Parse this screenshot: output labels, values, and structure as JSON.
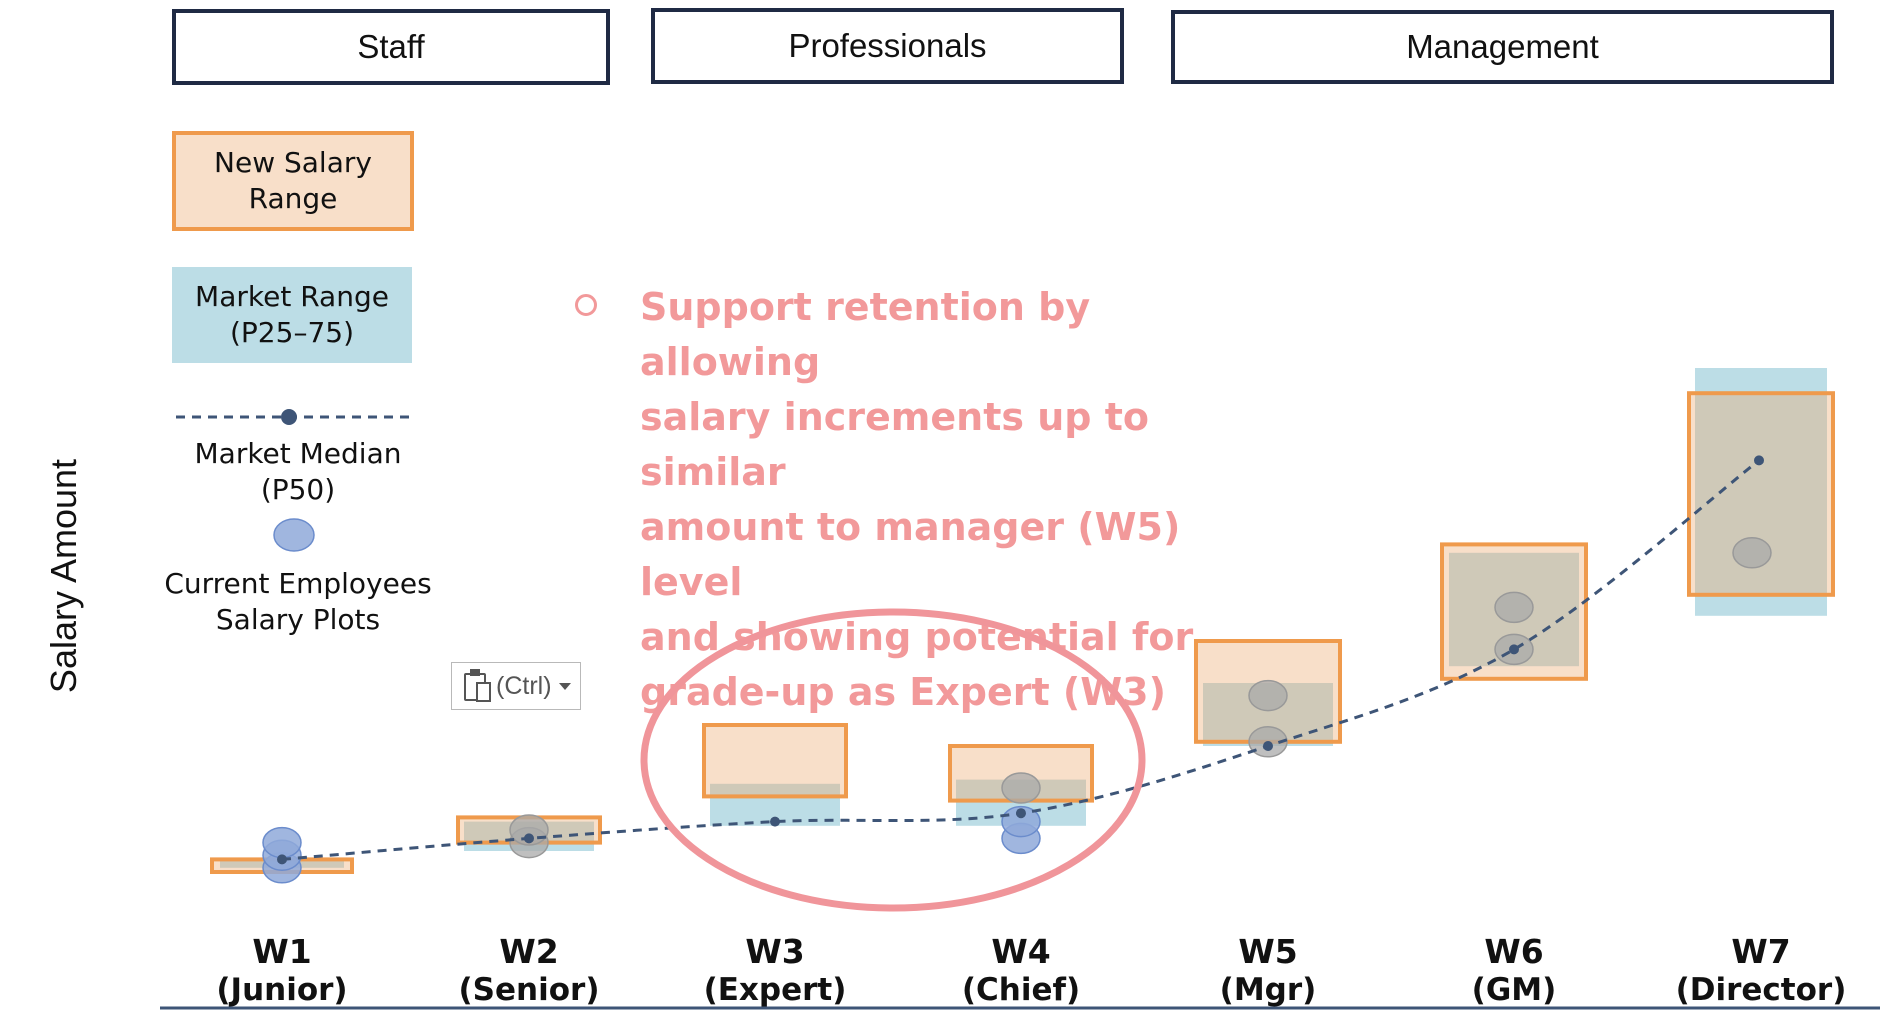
{
  "headers": [
    "Staff",
    "Professionals",
    "Management"
  ],
  "legend": {
    "new_range": [
      "New Salary",
      "Range"
    ],
    "market_range": [
      "Market Range",
      "(P25–75)"
    ],
    "median": [
      "Market Median",
      "(P50)"
    ],
    "employees": [
      "Current Employees",
      "Salary Plots"
    ]
  },
  "annotation": {
    "bullet": "○",
    "lines": [
      "Support retention by allowing",
      "salary increments up to similar",
      "amount to manager (W5) level",
      "and showing potential for",
      "grade-up as Expert (W3)"
    ]
  },
  "paste_button": {
    "label": "(Ctrl)"
  },
  "colors": {
    "new_range_fill": "#f8dfc9",
    "new_range_border": "#ef9a4c",
    "market_fill": "#bcdde6",
    "overlap_fill": "#cfc9b8",
    "median_line": "#3e5577",
    "employee_fill": "#8fa9d9",
    "employee_stroke": "#6b8ccc",
    "employee_gray": "#a9a9a9",
    "ellipse": "#f0959a",
    "axis": "#3e5577"
  },
  "chart_data": {
    "type": "range",
    "ylabel": "Salary Amount",
    "categories": [
      {
        "grade": "W1",
        "label": "(Junior)"
      },
      {
        "grade": "W2",
        "label": "(Senior)"
      },
      {
        "grade": "W3",
        "label": "(Expert)"
      },
      {
        "grade": "W4",
        "label": "(Chief)"
      },
      {
        "grade": "W5",
        "label": "(Mgr)"
      },
      {
        "grade": "W6",
        "label": "(GM)"
      },
      {
        "grade": "W7",
        "label": "(Director)"
      }
    ],
    "ylim": [
      0,
      100
    ],
    "new_salary_range": [
      [
        10,
        13
      ],
      [
        17,
        23
      ],
      [
        28,
        45
      ],
      [
        27,
        40
      ],
      [
        41,
        65
      ],
      [
        56,
        88
      ],
      [
        76,
        124
      ]
    ],
    "market_range": [
      [
        11,
        13
      ],
      [
        15,
        22
      ],
      [
        21,
        31
      ],
      [
        21,
        32
      ],
      [
        40,
        55
      ],
      [
        59,
        86
      ],
      [
        71,
        130
      ]
    ],
    "market_median": [
      13,
      18,
      22,
      24,
      40,
      63,
      108
    ],
    "employees": [
      {
        "grade": "W1",
        "values": [
          11,
          14,
          17
        ],
        "style": "blue"
      },
      {
        "grade": "W2",
        "values": [
          17,
          20
        ],
        "style": "gray"
      },
      {
        "grade": "W4",
        "values": [
          18,
          22
        ],
        "style": "blue"
      },
      {
        "grade": "W4",
        "values": [
          30
        ],
        "style": "gray"
      },
      {
        "grade": "W5",
        "values": [
          41,
          52
        ],
        "style": "gray"
      },
      {
        "grade": "W6",
        "values": [
          63,
          73
        ],
        "style": "gray"
      },
      {
        "grade": "W7",
        "values": [
          86
        ],
        "style": "gray"
      }
    ],
    "highlight": [
      "W3",
      "W4"
    ]
  }
}
